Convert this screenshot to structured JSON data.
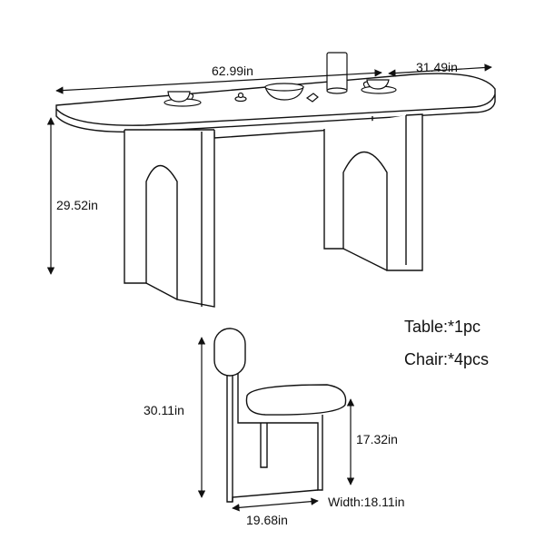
{
  "table": {
    "length": "62.99in",
    "depth": "31.49in",
    "height": "29.52in"
  },
  "chair": {
    "height": "30.11in",
    "seat_height": "17.32in",
    "width": "Width:18.11in",
    "depth": "19.68in"
  },
  "quantities": {
    "table": "Table:*1pc",
    "chair": "Chair:*4pcs"
  }
}
